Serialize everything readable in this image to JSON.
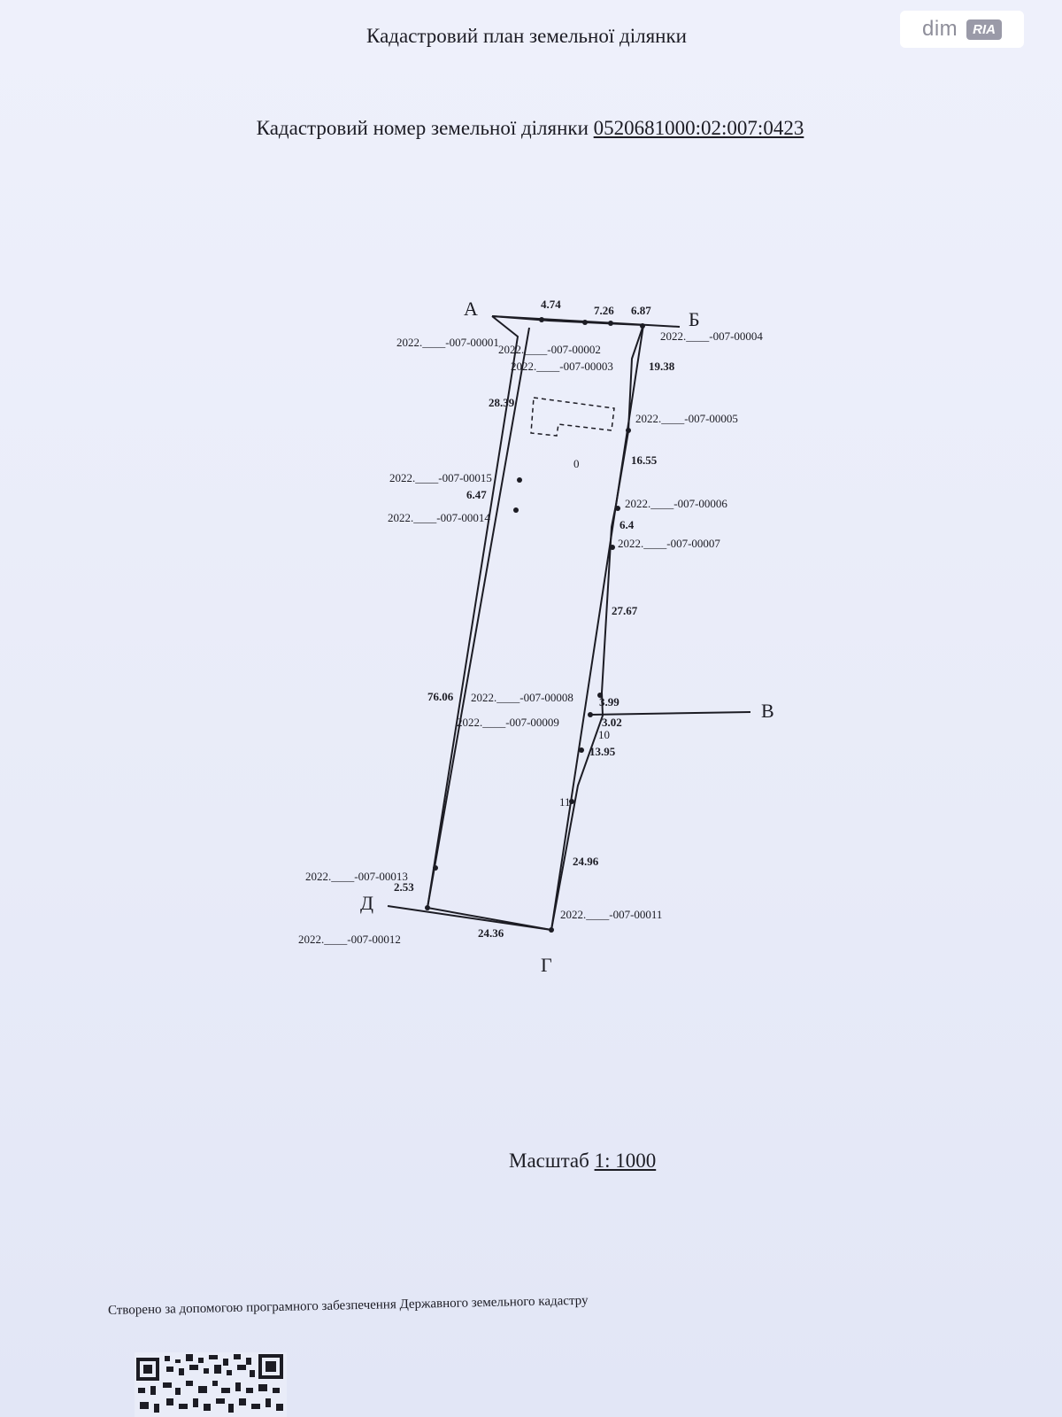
{
  "header": {
    "title": "Кадастровий план земельної ділянки",
    "cadastral_label": "Кадастровий номер земельної ділянки",
    "cadastral_number": "0520681000:02:007:0423"
  },
  "watermark": {
    "brand": "dim",
    "badge": "RIA"
  },
  "plan": {
    "corners": {
      "A": "А",
      "B": "Б",
      "V": "В",
      "G": "Г",
      "D": "Д"
    },
    "point_codes": [
      "2022.____-007-00001",
      "2022.____-007-00002",
      "2022.____-007-00003",
      "2022.____-007-00004",
      "2022.____-007-00005",
      "2022.____-007-00006",
      "2022.____-007-00007",
      "2022.____-007-00008",
      "2022.____-007-00009",
      "2022.____-007-00011",
      "2022.____-007-00012",
      "2022.____-007-00013",
      "2022.____-007-00014",
      "2022.____-007-00015"
    ],
    "lengths": {
      "a1": "4.74",
      "a2": "7.26",
      "a3": "6.87",
      "r1": "19.38",
      "r2": "16.55",
      "r3": "6.4",
      "r4": "27.67",
      "r5": "3.99",
      "r6": "3.02",
      "r7": "13.95",
      "r8": "24.96",
      "bottom": "24.36",
      "bottom_left": "2.53",
      "l1": "28.39",
      "l2": "6.47",
      "l3": "76.06"
    },
    "labels": {
      "n10": "10",
      "n11": "11",
      "center_mark": "0"
    }
  },
  "scale": {
    "label": "Масштаб",
    "value": "1: 1000"
  },
  "footer": {
    "note": "Створено за допомогою програмного забезпечення Державного земельного кадастру"
  }
}
